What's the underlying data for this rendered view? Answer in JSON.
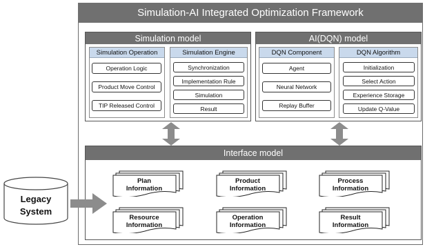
{
  "framework": {
    "title": "Simulation-AI Integrated Optimization Framework"
  },
  "simulation_model": {
    "title": "Simulation model",
    "operation": {
      "header": "Simulation Operation",
      "items": [
        "Operation Logic",
        "Product Move Control",
        "TIP Released Control"
      ]
    },
    "engine": {
      "header": "Simulation Engine",
      "items": [
        "Synchronization",
        "Implementation Rule",
        "Simulation",
        "Result"
      ]
    }
  },
  "ai_model": {
    "title": "AI(DQN) model",
    "component": {
      "header": "DQN Component",
      "items": [
        "Agent",
        "Neural Network",
        "Replay Buffer"
      ]
    },
    "algorithm": {
      "header": "DQN Algorithm",
      "items": [
        "Initialization",
        "Select Action",
        "Experience Storage",
        "Update Q-Value"
      ]
    }
  },
  "interface_model": {
    "title": "Interface model",
    "documents": [
      {
        "line1": "Plan",
        "line2": "Information"
      },
      {
        "line1": "Product",
        "line2": "Information"
      },
      {
        "line1": "Process",
        "line2": "Information"
      },
      {
        "line1": "Resource",
        "line2": "Information"
      },
      {
        "line1": "Operation",
        "line2": "Information"
      },
      {
        "line1": "Result",
        "line2": "Information"
      }
    ]
  },
  "legacy": {
    "line1": "Legacy",
    "line2": "System"
  },
  "colors": {
    "header_gray": "#707070",
    "subheader_blue": "#c9d9ec",
    "arrow_gray": "#8c8c8c"
  }
}
